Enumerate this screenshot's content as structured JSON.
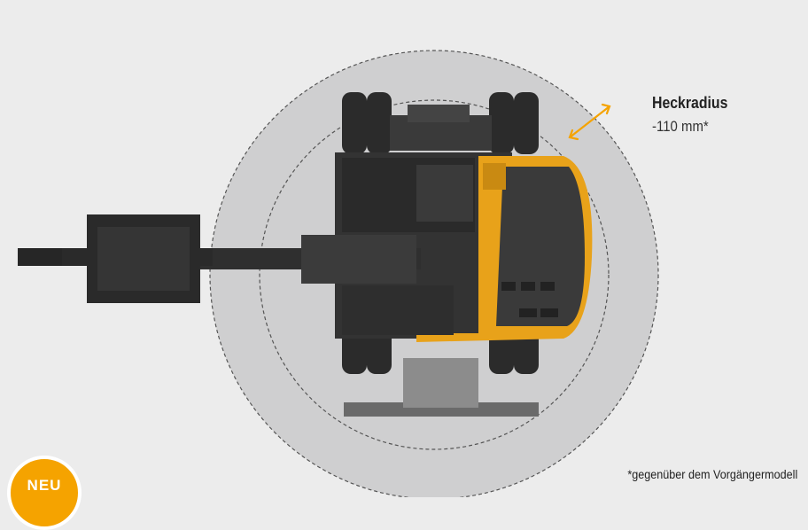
{
  "callout": {
    "title": "Heckradius",
    "value": "-110 mm*"
  },
  "footnote": "*gegenüber dem Vorgängermodell",
  "badge": {
    "label": "NEU"
  },
  "colors": {
    "background": "#ececec",
    "radius_fill": "#cfcfd0",
    "accent": "#f5a300",
    "machine_yellow": "#e8a21a",
    "machine_dark": "#2f2f2f"
  },
  "icons": {
    "radius_arrow": "double-arrow-icon"
  }
}
